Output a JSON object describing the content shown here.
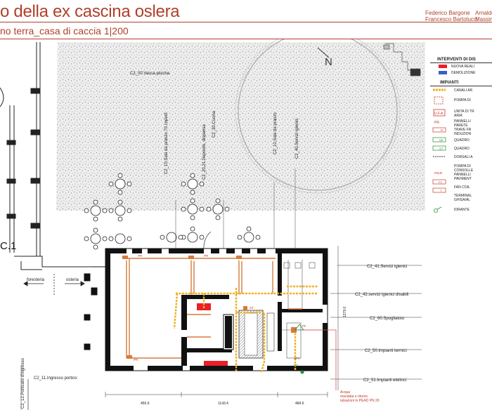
{
  "header": {
    "title": "o della ex cascina oslera",
    "subtitle": "no terra_casa di caccia 1|200",
    "authors_left": [
      "Federico Bargone",
      "Francesco Bartolucci"
    ],
    "authors_right": [
      "Arnaldo B",
      "Massimo"
    ]
  },
  "plan": {
    "north_label": "N",
    "section_label": "C.1",
    "room_labels": {
      "vasca": "C2_00.Vasca-piscina",
      "sala70": "C2_10.Sala da pranzo 70 coperti",
      "deposito": "C2_20,21.Deposito, dispensa",
      "cucina": "C2_30.Cucina",
      "sala_pranzo": "C2_10.Sala da pranzo",
      "servizi": "C2_40.Servizi igienici",
      "porticato": "C2_12.Porticato d'ingresso",
      "ingresso": "C2_11.Ingresso portico"
    },
    "right_labels": [
      "C2_41.Servizi igienici",
      "C2_42.servizi igienici disabili",
      "C2_60.Spogliatoio",
      "C2_50.Impianti termici",
      "C2_51.Impianti elettrici"
    ],
    "arrow_labels": {
      "foresteria": "foresteria",
      "osteria": "osteria"
    },
    "dimensions": {
      "d1": "450.6",
      "d2": "1143.4",
      "d3": "484.6",
      "vertical": "1279.0"
    },
    "equipment_tags": {
      "pr": "PR",
      "gt": "GT",
      "ufa": "UFA",
      "st": "ST",
      "pf": "PF"
    },
    "note": [
      "Acqua",
      "mandata e ritorno",
      "tubazioni in PEAD PN 20"
    ]
  },
  "legend": {
    "title_interventi": "INTERVENTI DI DIS",
    "nuova": "NUOVA REALI",
    "demolizione": "DEMOLIZIONE",
    "title_impianti": "IMPIANTI",
    "items": [
      "CANALI AR",
      "POMPA DI",
      "UNITA DI TR",
      "ARIA",
      "PANNELLI",
      "PARETE",
      "TRAVE FR",
      "INDUZION",
      "QUADRO",
      "QUADRO",
      "DORSALI A",
      "POMPA DI",
      "CONSOLLE",
      "PANNELLI",
      "PAVIMENT",
      "FAN COIL",
      "TERMINAL",
      "GHISA/AL",
      "IDRANTE"
    ],
    "tags": [
      "U.F.A.",
      "PR",
      "TF",
      "QE",
      "QT",
      "PdcR",
      "FC",
      "T"
    ],
    "colors": {
      "nuova": "#e8202a",
      "demolizione": "#3b5fc0"
    }
  },
  "colors": {
    "accent": "#b0402a",
    "wall": "#111111",
    "heating": "#d97a3a",
    "duct": "#f0b020",
    "red_fill": "#e8202a"
  }
}
